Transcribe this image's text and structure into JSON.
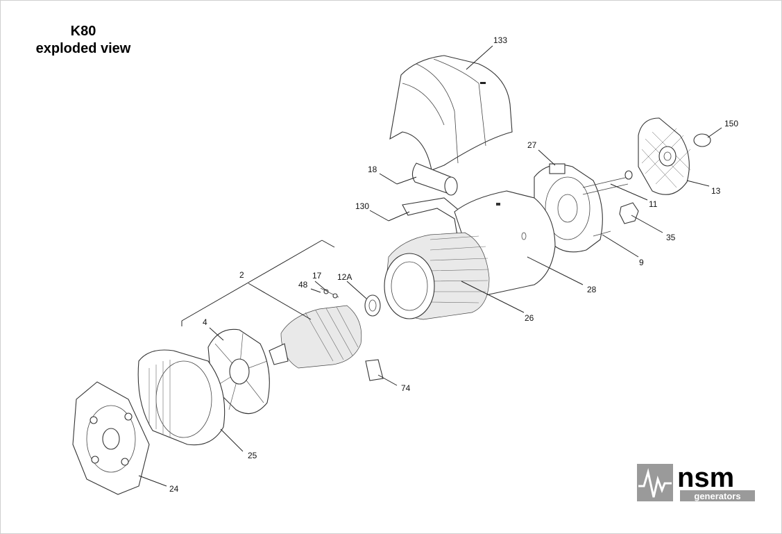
{
  "title": {
    "line1": "K80",
    "line2": "exploded view"
  },
  "parts": [
    {
      "id": "133",
      "label": "133"
    },
    {
      "id": "150",
      "label": "150"
    },
    {
      "id": "27",
      "label": "27"
    },
    {
      "id": "18",
      "label": "18"
    },
    {
      "id": "13",
      "label": "13"
    },
    {
      "id": "11",
      "label": "11"
    },
    {
      "id": "130",
      "label": "130"
    },
    {
      "id": "35",
      "label": "35"
    },
    {
      "id": "9",
      "label": "9"
    },
    {
      "id": "28",
      "label": "28"
    },
    {
      "id": "2",
      "label": "2"
    },
    {
      "id": "17",
      "label": "17"
    },
    {
      "id": "12A",
      "label": "12A"
    },
    {
      "id": "48",
      "label": "48"
    },
    {
      "id": "26",
      "label": "26"
    },
    {
      "id": "4",
      "label": "4"
    },
    {
      "id": "74",
      "label": "74"
    },
    {
      "id": "25",
      "label": "25"
    },
    {
      "id": "24",
      "label": "24"
    }
  ],
  "logo": {
    "brand": "nsm",
    "sub": "generators",
    "color_dark": "#000000",
    "color_gray": "#9a9a9a"
  }
}
